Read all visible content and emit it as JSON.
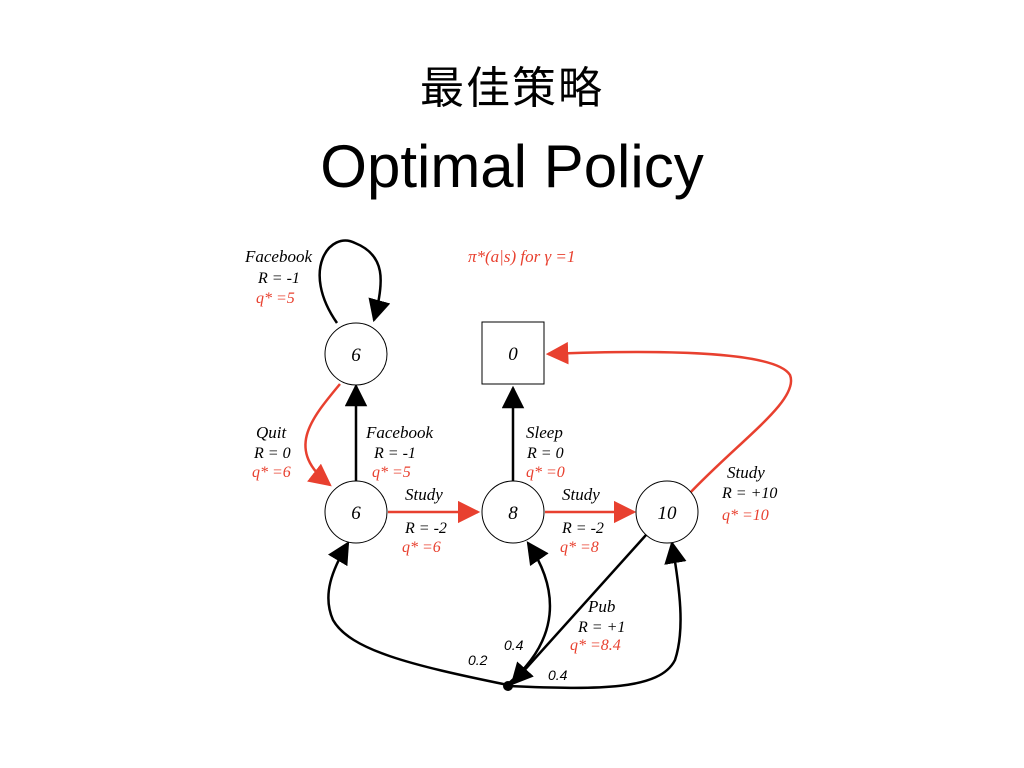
{
  "title_cn": "最佳策略",
  "title_en": "Optimal Policy",
  "header_note": "π*(a|s) for γ =1",
  "nodes": {
    "facebook_state": "6",
    "class1": "6",
    "class2": "8",
    "class3": "10",
    "terminal": "0"
  },
  "actions": {
    "facebook_loop": {
      "name": "Facebook",
      "reward": "R = -1",
      "q": "q* =5"
    },
    "quit": {
      "name": "Quit",
      "reward": "R = 0",
      "q": "q* =6"
    },
    "facebook": {
      "name": "Facebook",
      "reward": "R = -1",
      "q": "q* =5"
    },
    "sleep": {
      "name": "Sleep",
      "reward": "R = 0",
      "q": "q* =0"
    },
    "study1": {
      "name": "Study",
      "reward": "R = -2",
      "q": "q* =6"
    },
    "study2": {
      "name": "Study",
      "reward": "R = -2",
      "q": "q* =8"
    },
    "study3": {
      "name": "Study",
      "reward": "R = +10",
      "q": "q* =10"
    },
    "pub": {
      "name": "Pub",
      "reward": "R = +1",
      "q": "q* =8.4"
    }
  },
  "probabilities": {
    "p1": "0.2",
    "p2": "0.4",
    "p3": "0.4"
  },
  "colors": {
    "optimal": "#e8402f",
    "normal": "#000000"
  }
}
